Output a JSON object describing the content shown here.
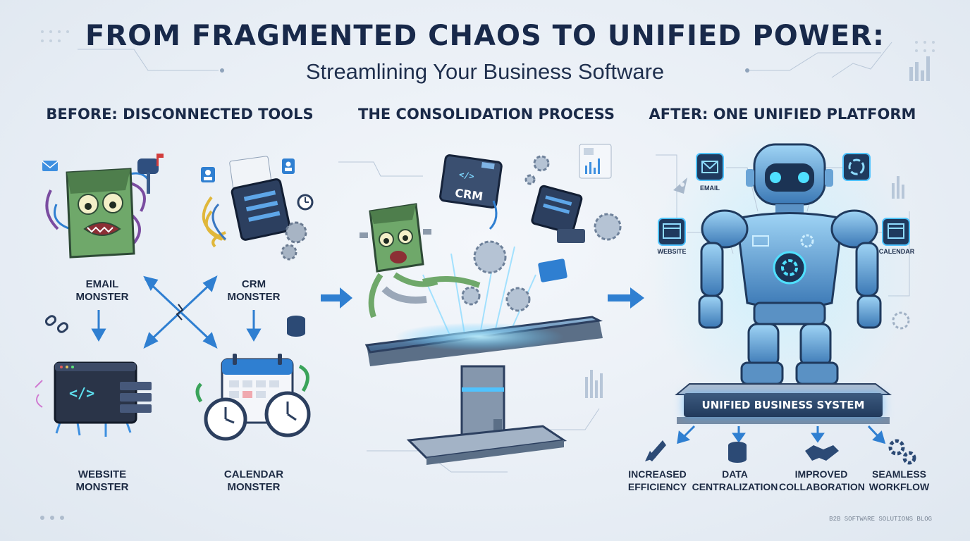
{
  "header": {
    "title": "FROM FRAGMENTED CHAOS TO UNIFIED POWER:",
    "subtitle": "Streamlining Your Business Software"
  },
  "sections": {
    "before": "BEFORE: DISCONNECTED TOOLS",
    "process": "THE CONSOLIDATION PROCESS",
    "after": "AFTER: ONE UNIFIED PLATFORM"
  },
  "monsters": {
    "email": [
      "EMAIL",
      "MONSTER"
    ],
    "crm": [
      "CRM",
      "MONSTER"
    ],
    "website": [
      "WEBSITE",
      "MONSTER"
    ],
    "calendar": [
      "CALENDAR",
      "MONSTER"
    ]
  },
  "process": {
    "crm_tag": "CRM",
    "code_tag": "</>"
  },
  "robot": {
    "email_label": "EMAIL",
    "website_label": "WEBSITE",
    "calendar_label": "CALENDAR",
    "platform_label": "UNIFIED BUSINESS SYSTEM"
  },
  "benefits": [
    {
      "line1": "INCREASED",
      "line2": "EFFICIENCY",
      "icon": "rocket-icon"
    },
    {
      "line1": "DATA",
      "line2": "CENTRALIZATION",
      "icon": "database-icon"
    },
    {
      "line1": "IMPROVED",
      "line2": "COLLABORATION",
      "icon": "handshake-icon"
    },
    {
      "line1": "SEAMLESS",
      "line2": "WORKFLOW",
      "icon": "gears-icon"
    }
  ],
  "footer": "B2B SOFTWARE SOLUTIONS BLOG",
  "colors": {
    "navy": "#18294a",
    "accent_blue": "#2f7fd1",
    "glow": "#4fc3ff",
    "monster_green": "#6fa86a"
  }
}
